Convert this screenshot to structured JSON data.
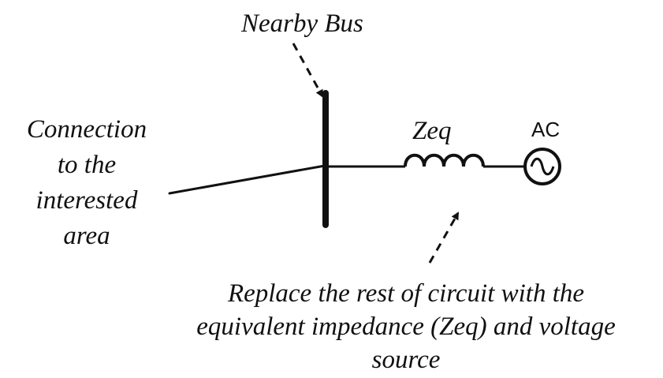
{
  "diagram": {
    "labels": {
      "nearby_bus": "Nearby Bus",
      "zeq": "Zeq",
      "ac": "AC",
      "connection_lines": [
        "Connection",
        "to the",
        "interested",
        "area"
      ],
      "replace_lines": [
        "Replace the rest of circuit with the",
        "equivalent impedance (Zeq) and voltage",
        "source"
      ]
    },
    "colors": {
      "ink": "#111111",
      "background": "#ffffff"
    }
  }
}
